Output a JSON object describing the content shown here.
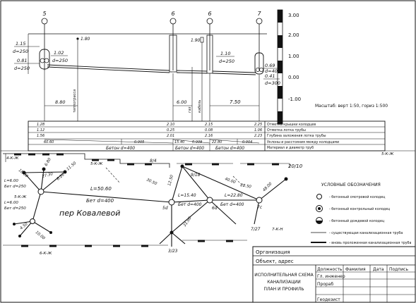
{
  "profile": {
    "well_numbers": [
      "5",
      "6",
      "6",
      "7"
    ],
    "scale_ticks": [
      "3.00",
      "2.00",
      "1.00",
      "0.00",
      "-1.00"
    ],
    "scale_note": "Масштаб: верт 1:50, гориз 1:500",
    "left_labels": [
      "1.15",
      "d=250",
      "0.81",
      "d=250"
    ],
    "near_labels": [
      "1.02",
      "d=250"
    ],
    "mid_labels": [
      "1.80",
      "1.90"
    ],
    "right_labels": [
      "1.10",
      "d=250",
      "0.69",
      "d=400",
      "0.41",
      "d=300"
    ],
    "spans": [
      "8.80",
      "6.00",
      "7.50"
    ],
    "vertical_notes": [
      "теплотрасса",
      "газ",
      "кабель"
    ],
    "rows": [
      "Отметка крышки колодцев",
      "Отметка лотка трубы",
      "Глубина заложения лотка трубы",
      "Уклоны и расстояния между колодцами",
      "Материал и диаметр труб"
    ],
    "row_values": [
      [
        "1.28",
        "2.10",
        "2.15",
        "2.25"
      ],
      [
        "1.12",
        "0.25",
        "0.08",
        "1.06"
      ],
      [
        "1.56",
        "2.01",
        "2.16",
        "2.23"
      ],
      [
        "60.60",
        "0.005",
        "15.40",
        "0.009",
        "22.80",
        "0.004"
      ],
      [
        "Бетон  d=400",
        "Бетон  d=400",
        "Бетон  d=400"
      ]
    ]
  },
  "plan": {
    "street_label": "пер Ковалевой",
    "well_codes": [
      "4-К-Ж",
      "5-К-Ж",
      "5-К-Ж",
      "6-К-Ж",
      "7-К-Н",
      "5-К-Ж"
    ],
    "pipe_labels": [
      "L=50.60",
      "Бет d=400",
      "L=15.40",
      "Бет d=400",
      "L=22.80",
      "Бет d=400",
      "L=6.00",
      "Бет d=250",
      "L=6.00",
      "Бет d=250"
    ],
    "dim_labels": [
      "18.50",
      "6.80",
      "27.30",
      "11.50",
      "6.20",
      "30.50",
      "12.50",
      "40.00",
      "28.50",
      "31.00",
      "10.00",
      "4.50",
      "48.00"
    ],
    "node_labels": [
      "5d",
      "6d",
      "7c",
      "9/18",
      "20/10",
      "7/27",
      "3/23",
      "8/4"
    ]
  },
  "legend": {
    "title": "УСЛОВНЫЕ ОБОЗНАЧЕНИЯ",
    "items": [
      "- бетонный смотровой колодец",
      "- бетонный контрольный колодец",
      "- бетонный дождевой колодец",
      "- существующая канализационная труба",
      "- вновь проложенная канализационная труба"
    ]
  },
  "title_block": {
    "organization": "Организация",
    "object": "Объект, адрес",
    "title": [
      "ИСПОЛНИТЕЛЬНАЯ СХЕМА",
      "КАНАЛИЗАЦИИ",
      "ПЛАН И ПРОФИЛЬ"
    ],
    "headers": [
      "Должность",
      "Фамилия",
      "Дата",
      "Подпись"
    ],
    "roles": [
      "Гл. инженер",
      "Прораб",
      "Геодезист"
    ]
  }
}
